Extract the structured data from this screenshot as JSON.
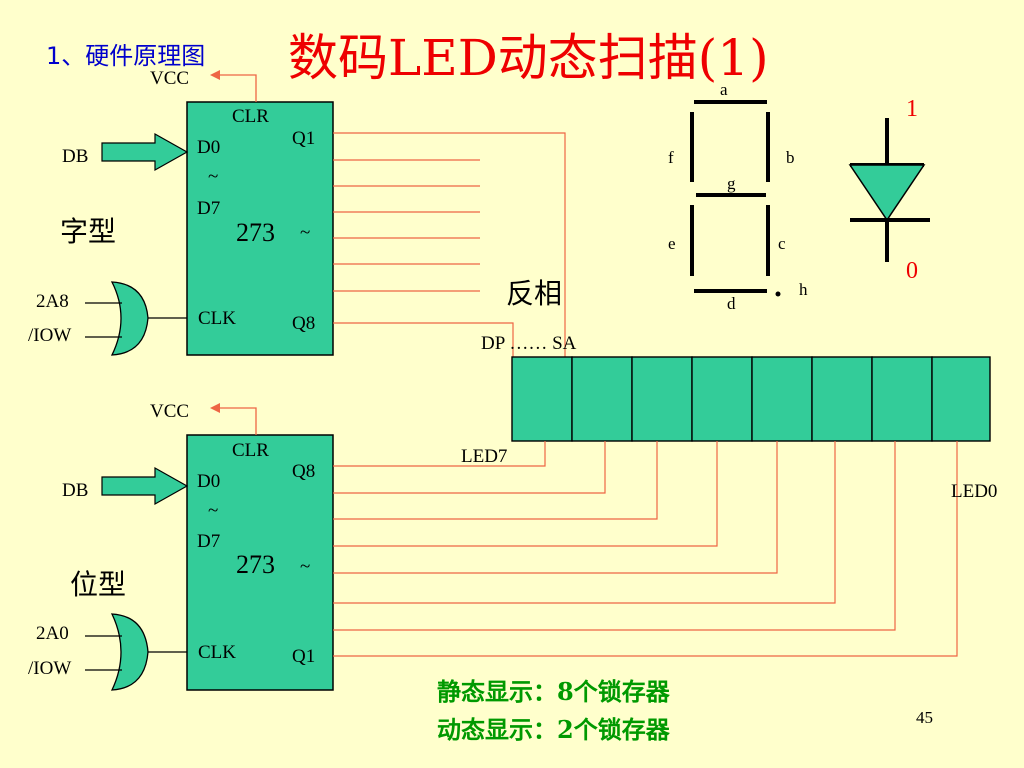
{
  "header": {
    "subtitle": "1、硬件原理图",
    "title": "数码LED动态扫描(1)"
  },
  "latch_top": {
    "vcc": "VCC",
    "clr": "CLR",
    "d0": "D0",
    "tilde_in": "~",
    "d7": "D7",
    "chip": "273",
    "tilde_out": "~",
    "q_first": "Q1",
    "q_last": "Q8",
    "clk": "CLK",
    "db": "DB",
    "side_label": "字型",
    "addr": "2A8",
    "iow": "/IOW"
  },
  "latch_bottom": {
    "vcc": "VCC",
    "clr": "CLR",
    "d0": "D0",
    "tilde_in": "~",
    "d7": "D7",
    "chip": "273",
    "tilde_out": "~",
    "q_first": "Q8",
    "q_last": "Q1",
    "clk": "CLK",
    "db": "DB",
    "side_label": "位型",
    "addr": "2A0",
    "iow": "/IOW"
  },
  "inverter_label": "反相",
  "led_bar": {
    "segment_range": "DP …… SA",
    "left_label": "LED7",
    "right_label": "LED0"
  },
  "seven_segment": {
    "a": "a",
    "b": "b",
    "c": "c",
    "d": "d",
    "e": "e",
    "f": "f",
    "g": "g",
    "h": "h"
  },
  "diode": {
    "top_value": "1",
    "bottom_value": "0"
  },
  "notes": {
    "static": "静态显示：8个锁存器",
    "dynamic": "动态显示：2个锁存器"
  },
  "page_number": "45",
  "colors": {
    "background": "#ffffcc",
    "chip_fill": "#33cc99",
    "wire_red": "#ee6644",
    "title_red": "#ee0000",
    "subtitle_blue": "#0000cc",
    "note_green": "#009900"
  }
}
